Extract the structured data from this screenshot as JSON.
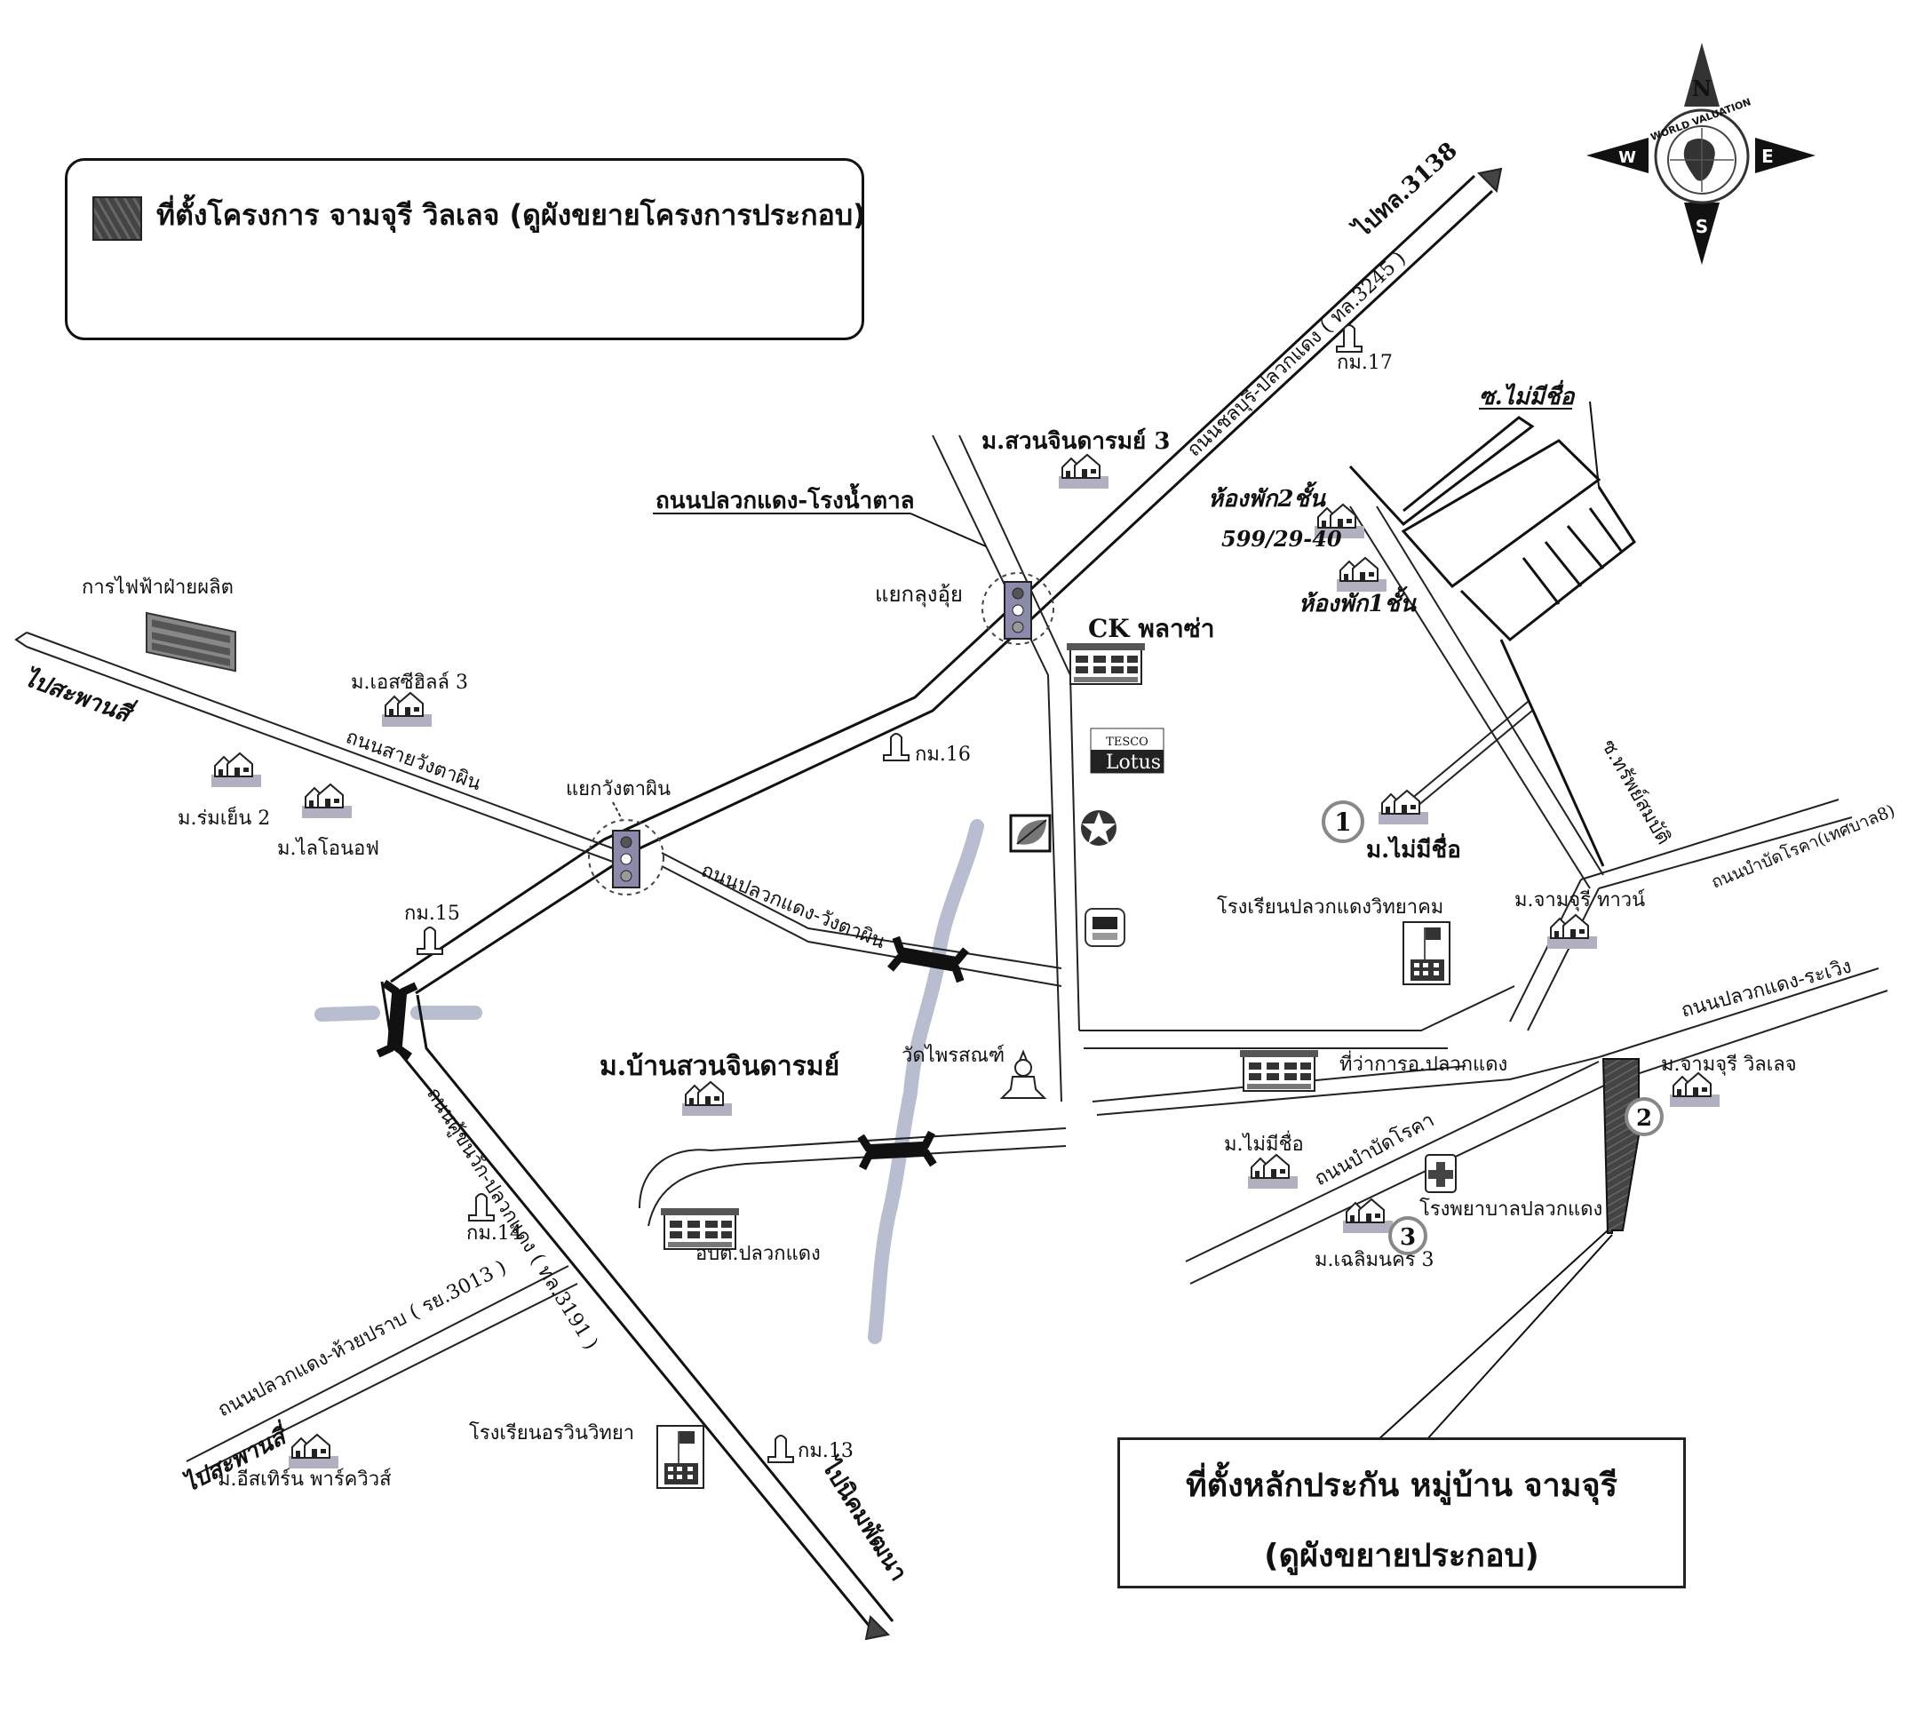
{
  "legend": {
    "project_label": "ที่ตั้งโครงการ จามจุรี วิลเลจ (ดูผังขยายโครงการประกอบ)",
    "project_color": "#444444"
  },
  "compass": {
    "brand": "WORLD VALUATION",
    "north": "N",
    "south": "S",
    "east": "E",
    "west": "W"
  },
  "callout": {
    "line1": "ที่ตั้งหลักประกัน หมู่บ้าน จามจุรี",
    "line2": "(ดูผังขยายประกอบ)"
  },
  "roads": {
    "to_3138": "ไปทล.3138",
    "chonburi_pluakdaeng": "ถนนชลบุรี-ปลวกแดง ( ทล.3245 )",
    "pluakdaeng_rongnamtan": "ถนนปลวกแดง-โรงน้ำตาล",
    "sai_wangtaphin": "ถนนสายวังตาผิน",
    "to_saphan_si_top": "ไปสะพานสี่",
    "pluakdaeng_wangtaphin": "ถนนปลวกแดง-วังตาผิน",
    "khuntiwat_pluakdaeng": "ถนนคู้ขนวัก-ปลวกแดง ( ทล.3191 )",
    "pluakdaeng_huaipraab": "ถนนปลวกแดง-ห้วยปราบ ( รย.3013 )",
    "to_saphan_si_bottom": "ไปสะพานสี่",
    "to_nikhom_phatthana": "ไปนิคมพัฒนา",
    "soi_mai_mi_chue": "ซ.ไม่มีชื่อ",
    "soi_sapsombat": "ซ.ทรัพย์สมบัติ",
    "bambatrok_thetsaban8": "ถนนบำบัดโรคา(เทศบาล8)",
    "pluakdaeng_rawoeng": "ถนนปลวกแดง-ระเวิง",
    "bambatrok": "ถนนบำบัดโรคา"
  },
  "junctions": {
    "kung_ui": "แยกลุงอุ้ย",
    "wangtaphin": "แยกวังตาผิน"
  },
  "km_markers": [
    "กม.17",
    "กม.16",
    "กม.15",
    "กม.14",
    "กม.13"
  ],
  "places": {
    "suan_jindaram_3": "ม.สวนจินดารมย์ 3",
    "apartment_2fl": "ห้องพัก2ชั้น",
    "apartment_2fl_no": "599/29-40",
    "apartment_1fl": "ห้องพัก1ชั้น",
    "ck_plaza": "CK พลาซ่า",
    "electricity": "การไฟฟ้าฝ่ายผลิต",
    "sc_hill_3": "ม.เอสซีฮิลล์ 3",
    "romyen_2": "ม.ร่มเย็น 2",
    "lion_f": "ม.ไลโอนอฟ",
    "tesco_top": "TESCO",
    "tesco_bottom": "Lotus",
    "mai_mi_chue_1": "ม.ไม่มีชื่อ",
    "school_pluakdaeng": "โรงเรียนปลวกแดงวิทยาคม",
    "chamchuri_town": "ม.จามจุรี ทาวน์",
    "chamchuri_village": "ม.จามจุรี วิลเลจ",
    "district_office": "ที่ว่าการอ.ปลวกแดง",
    "ban_suan_jindaram": "ม.บ้านสวนจินดารมย์",
    "wat_phraisonth": "วัดไพรสณฑ์",
    "obt_pluakdaeng": "อบต.ปลวกแดง",
    "mai_mi_chue_2": "ม.ไม่มีชื่อ",
    "hospital": "โรงพยาบาลปลวกแดง",
    "chaloem_nakhon_3": "ม.เฉลิมนคร 3",
    "school_orawin": "โรงเรียนอรวินวิทยา",
    "eastern_parkview": "ม.อีสเทิร์น พาร์ควิวส์"
  },
  "markers": [
    "1",
    "2",
    "3"
  ]
}
